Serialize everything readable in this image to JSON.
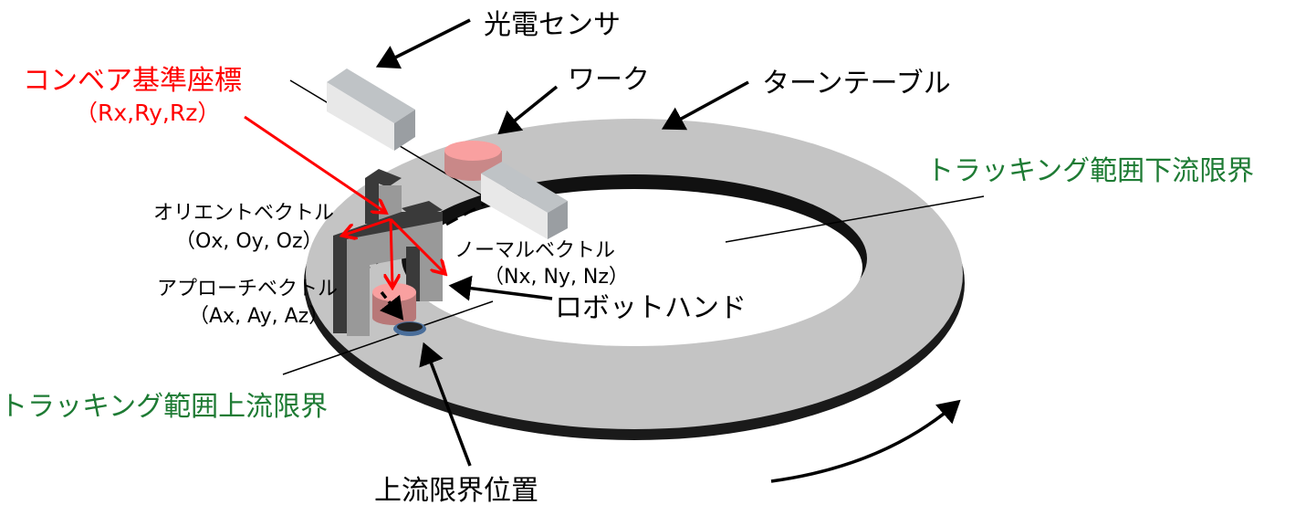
{
  "labels": {
    "photo_sensor": "光電センサ",
    "conveyor_frame": "コンベア基準座標",
    "conveyor_frame_vars": "（Rx,Ry,Rz）",
    "work": "ワーク",
    "turntable": "ターンテーブル",
    "downstream_limit": "トラッキング範囲下流限界",
    "orient_vector": "オリエントベクトル",
    "orient_vars": "（Ox, Oy, Oz）",
    "normal_vector": "ノーマルベクトル",
    "normal_vars": "（Nx, Ny, Nz）",
    "approach_vector": "アプローチベクトル",
    "approach_vars": "（Ax, Ay, Az）",
    "robot_hand": "ロボットハンド",
    "upstream_limit": "トラッキング範囲上流限界",
    "upstream_position": "上流限界位置"
  },
  "colors": {
    "red": "#ff0000",
    "green": "#1e7b34",
    "ring": "#c4c4c4"
  }
}
